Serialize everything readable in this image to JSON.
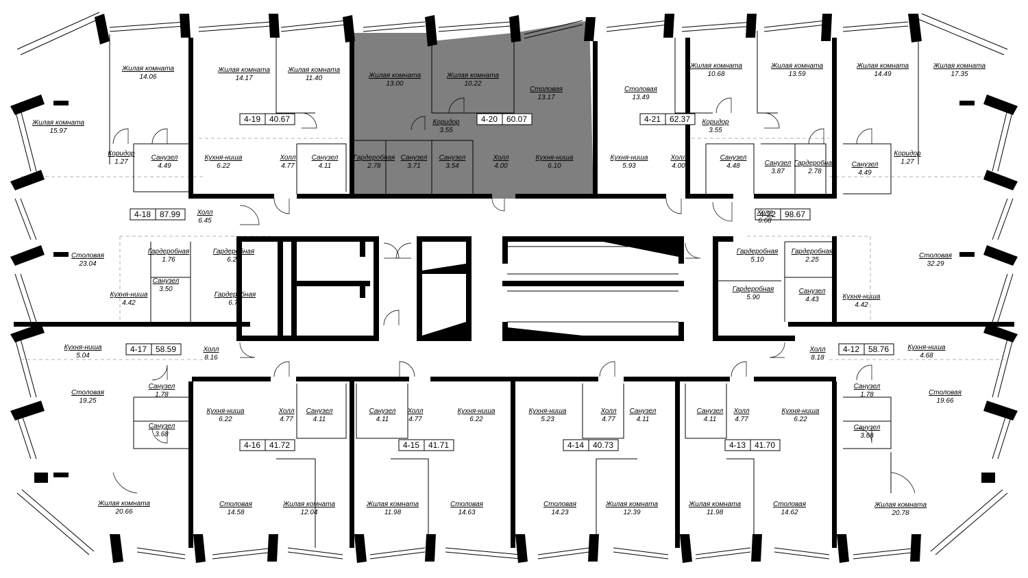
{
  "highlight_color": "#7f7f7f",
  "apartments": [
    {
      "id": "apt-4-19",
      "number": "4-19",
      "area": "40.67"
    },
    {
      "id": "apt-4-20",
      "number": "4-20",
      "area": "60.07",
      "highlighted": true
    },
    {
      "id": "apt-4-21",
      "number": "4-21",
      "area": "62.37"
    },
    {
      "id": "apt-4-18",
      "number": "4-18",
      "area": "87.99"
    },
    {
      "id": "apt-4-22",
      "number": "4-22",
      "area": "98.67"
    },
    {
      "id": "apt-4-17",
      "number": "4-17",
      "area": "58.59"
    },
    {
      "id": "apt-4-12",
      "number": "4-12",
      "area": "58.76"
    },
    {
      "id": "apt-4-16",
      "number": "4-16",
      "area": "41.72"
    },
    {
      "id": "apt-4-15",
      "number": "4-15",
      "area": "41.71"
    },
    {
      "id": "apt-4-14",
      "number": "4-14",
      "area": "40.73"
    },
    {
      "id": "apt-4-13",
      "number": "4-13",
      "area": "41.70"
    }
  ],
  "rooms": [
    {
      "name": "Жилая комната",
      "area": "14.06"
    },
    {
      "name": "Жилая комната",
      "area": "15.97"
    },
    {
      "name": "Коридор",
      "area": "1.27"
    },
    {
      "name": "Санузел",
      "area": "4.49"
    },
    {
      "name": "Жилая комната",
      "area": "14.17"
    },
    {
      "name": "Кухня-ниша",
      "area": "6.22"
    },
    {
      "name": "Холл",
      "area": "4.77"
    },
    {
      "name": "Жилая комната",
      "area": "11.40"
    },
    {
      "name": "Санузел",
      "area": "4.11"
    },
    {
      "name": "Жилая комната",
      "area": "13.00"
    },
    {
      "name": "Жилая комната",
      "area": "10.22"
    },
    {
      "name": "Столовая",
      "area": "13.17"
    },
    {
      "name": "Коридор",
      "area": "3.55"
    },
    {
      "name": "Гардеробная",
      "area": "2.78"
    },
    {
      "name": "Санузел",
      "area": "3.71"
    },
    {
      "name": "Санузел",
      "area": "3.54"
    },
    {
      "name": "Холл",
      "area": "4.00"
    },
    {
      "name": "Кухня-ниша",
      "area": "6.10"
    },
    {
      "name": "Столовая",
      "area": "13.49"
    },
    {
      "name": "Кухня-ниша",
      "area": "5.93"
    },
    {
      "name": "Холл",
      "area": "4.00"
    },
    {
      "name": "Жилая комната",
      "area": "10.68"
    },
    {
      "name": "Коридор",
      "area": "3.55"
    },
    {
      "name": "Санузел",
      "area": "4.48"
    },
    {
      "name": "Жилая комната",
      "area": "13.59"
    },
    {
      "name": "Санузел",
      "area": "3.87"
    },
    {
      "name": "Гардеробная",
      "area": "2.78"
    },
    {
      "name": "Жилая комната",
      "area": "14.49"
    },
    {
      "name": "Санузел",
      "area": "4.49"
    },
    {
      "name": "Жилая комната",
      "area": "17.35"
    },
    {
      "name": "Коридор",
      "area": "1.27"
    },
    {
      "name": "Холл",
      "area": "6.45"
    },
    {
      "name": "Столовая",
      "area": "23.04"
    },
    {
      "name": "Гардеробная",
      "area": "1.76"
    },
    {
      "name": "Гардеробная",
      "area": "6.24"
    },
    {
      "name": "Санузел",
      "area": "3.50"
    },
    {
      "name": "Кухня-ниша",
      "area": "4.42"
    },
    {
      "name": "Гардеробная",
      "area": "6.79"
    },
    {
      "name": "Холл",
      "area": "6.68"
    },
    {
      "name": "Гардеробная",
      "area": "5.10"
    },
    {
      "name": "Гардеробная",
      "area": "2.25"
    },
    {
      "name": "Столовая",
      "area": "32.29"
    },
    {
      "name": "Санузел",
      "area": "4.43"
    },
    {
      "name": "Гардеробная",
      "area": "5.90"
    },
    {
      "name": "Кухня-ниша",
      "area": "4.42"
    },
    {
      "name": "Кухня-ниша",
      "area": "5.04"
    },
    {
      "name": "Холл",
      "area": "8.16"
    },
    {
      "name": "Столовая",
      "area": "19.25"
    },
    {
      "name": "Санузел",
      "area": "1.78"
    },
    {
      "name": "Санузел",
      "area": "3.68"
    },
    {
      "name": "Жилая комната",
      "area": "20.66"
    },
    {
      "name": "Холл",
      "area": "8.18"
    },
    {
      "name": "Кухня-ниша",
      "area": "4.68"
    },
    {
      "name": "Санузел",
      "area": "1.78"
    },
    {
      "name": "Столовая",
      "area": "19.66"
    },
    {
      "name": "Санузел",
      "area": "3.68"
    },
    {
      "name": "Жилая комната",
      "area": "20.78"
    },
    {
      "name": "Кухня-ниша",
      "area": "6.22"
    },
    {
      "name": "Холл",
      "area": "4.77"
    },
    {
      "name": "Санузел",
      "area": "4.11"
    },
    {
      "name": "Столовая",
      "area": "14.58"
    },
    {
      "name": "Жилая комната",
      "area": "12.04"
    },
    {
      "name": "Санузел",
      "area": "4.11"
    },
    {
      "name": "Холл",
      "area": "4.77"
    },
    {
      "name": "Кухня-ниша",
      "area": "6.22"
    },
    {
      "name": "Жилая комната",
      "area": "11.98"
    },
    {
      "name": "Столовая",
      "area": "14.63"
    },
    {
      "name": "Кухня-ниша",
      "area": "5.23"
    },
    {
      "name": "Холл",
      "area": "4.77"
    },
    {
      "name": "Санузел",
      "area": "4.11"
    },
    {
      "name": "Столовая",
      "area": "14.23"
    },
    {
      "name": "Жилая комната",
      "area": "12.39"
    },
    {
      "name": "Санузел",
      "area": "4.11"
    },
    {
      "name": "Холл",
      "area": "4.77"
    },
    {
      "name": "Кухня-ниша",
      "area": "6.22"
    },
    {
      "name": "Жилая комната",
      "area": "11.98"
    },
    {
      "name": "Столовая",
      "area": "14.62"
    }
  ]
}
